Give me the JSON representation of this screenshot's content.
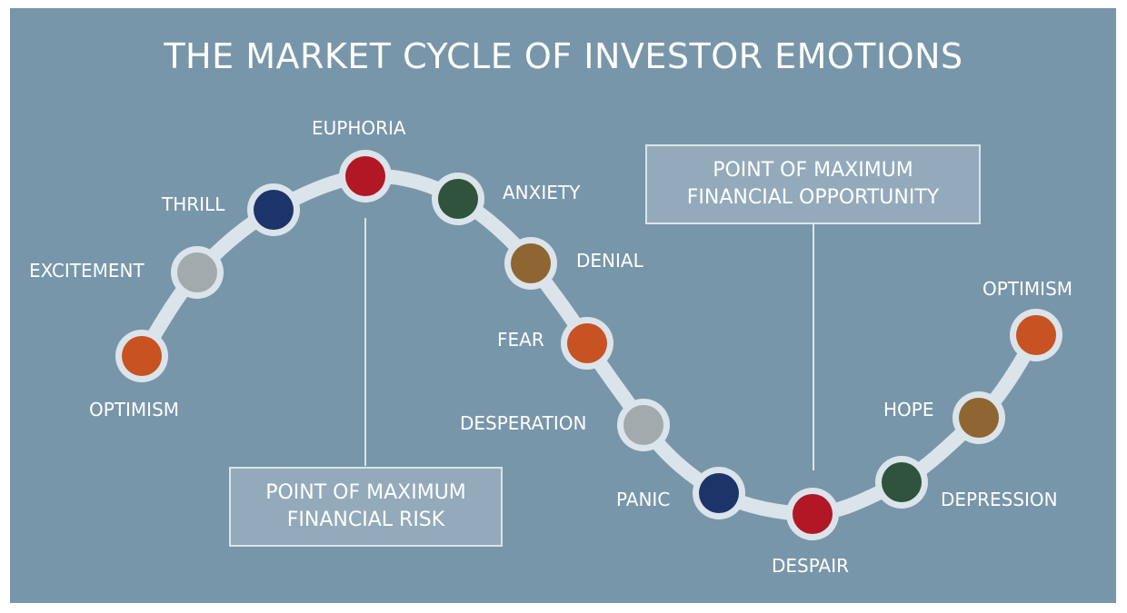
{
  "title": "THE MARKET CYCLE OF INVESTOR EMOTIONS",
  "colors": {
    "background": "#7896aa",
    "track": "#dbe4ea",
    "orange": "#c75323",
    "gray": "#a3aaae",
    "navy": "#1c346a",
    "red": "#b21726",
    "green": "#2f533c",
    "brown": "#8f6532"
  },
  "stages": [
    {
      "label": "OPTIMISM",
      "color": "orange"
    },
    {
      "label": "EXCITEMENT",
      "color": "gray"
    },
    {
      "label": "THRILL",
      "color": "navy"
    },
    {
      "label": "EUPHORIA",
      "color": "red"
    },
    {
      "label": "ANXIETY",
      "color": "green"
    },
    {
      "label": "DENIAL",
      "color": "brown"
    },
    {
      "label": "FEAR",
      "color": "orange"
    },
    {
      "label": "DESPERATION",
      "color": "gray"
    },
    {
      "label": "PANIC",
      "color": "navy"
    },
    {
      "label": "DESPAIR",
      "color": "red"
    },
    {
      "label": "DEPRESSION",
      "color": "green"
    },
    {
      "label": "HOPE",
      "color": "brown"
    },
    {
      "label": "OPTIMISM",
      "color": "orange"
    }
  ],
  "callouts": {
    "risk": {
      "line1": "POINT OF MAXIMUM",
      "line2": "FINANCIAL RISK"
    },
    "opportunity": {
      "line1": "POINT OF MAXIMUM",
      "line2": "FINANCIAL OPPORTUNITY"
    }
  }
}
